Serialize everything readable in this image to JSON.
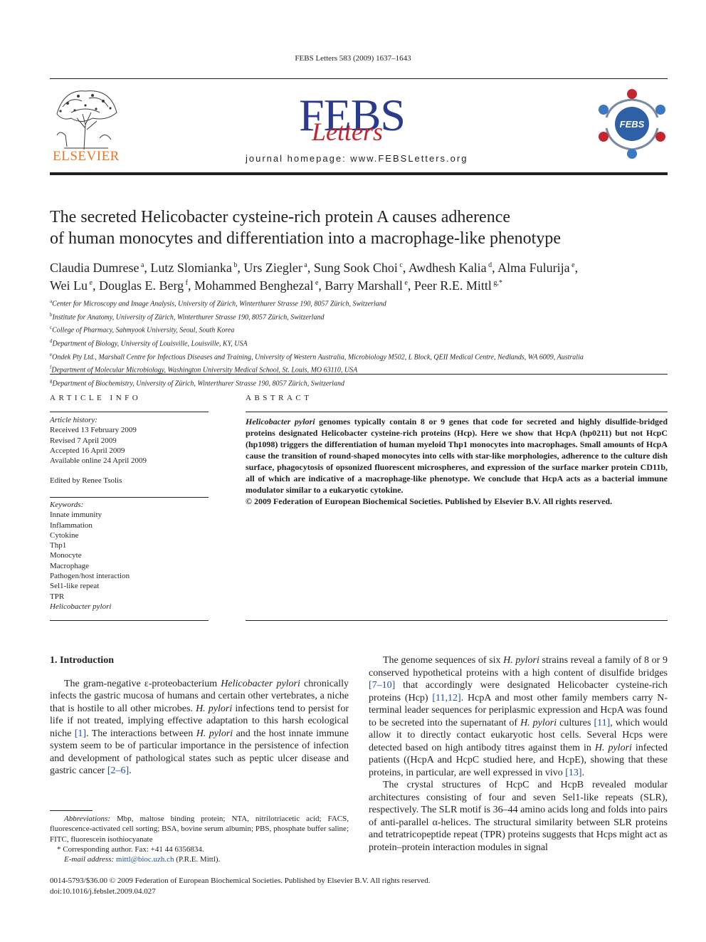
{
  "header": {
    "journal_ref": "FEBS Letters 583 (2009) 1637–1643",
    "elsevier_label": "ELSEVIER",
    "febs_word": "FEBS",
    "letters_word": "Letters",
    "emblem_label": "FEBS",
    "homepage": "journal homepage: www.FEBSLetters.org"
  },
  "article": {
    "title_line1": "The secreted Helicobacter cysteine-rich protein A causes adherence",
    "title_line2": "of human monocytes and differentiation into a macrophage-like phenotype",
    "authors": [
      {
        "name": "Claudia Dumrese",
        "sup": "a",
        "sep": ", "
      },
      {
        "name": "Lutz Slomianka",
        "sup": "b",
        "sep": ", "
      },
      {
        "name": "Urs Ziegler",
        "sup": "a",
        "sep": ", "
      },
      {
        "name": "Sung Sook Choi",
        "sup": "c",
        "sep": ", "
      },
      {
        "name": "Awdhesh Kalia",
        "sup": "d",
        "sep": ", "
      },
      {
        "name": "Alma Fulurija",
        "sup": "e",
        "sep": ","
      },
      {
        "name": "Wei Lu",
        "sup": "e",
        "sep": ", "
      },
      {
        "name": "Douglas E. Berg",
        "sup": "f",
        "sep": ", "
      },
      {
        "name": "Mohammed Benghezal",
        "sup": "e",
        "sep": ", "
      },
      {
        "name": "Barry Marshall",
        "sup": "e",
        "sep": ", "
      },
      {
        "name": "Peer R.E. Mittl",
        "sup": "g,*",
        "sep": ""
      }
    ],
    "affiliations": [
      {
        "sup": "a",
        "text": "Center for Microscopy and Image Analysis, University of Zürich, Winterthurer Strasse 190, 8057 Zürich, Switzerland"
      },
      {
        "sup": "b",
        "text": "Institute for Anatomy, University of Zürich, Winterthurer Strasse 190, 8057 Zürich, Switzerland"
      },
      {
        "sup": "c",
        "text": "College of Pharmacy, Sahmyook University, Seoul, South Korea"
      },
      {
        "sup": "d",
        "text": "Department of Biology, University of Louisville, Louisville, KY, USA"
      },
      {
        "sup": "e",
        "text": "Ondek Pty Ltd., Marshall Centre for Infectious Diseases and Training, University of Western Australia, Microbiology M502, L Block, QEII Medical Centre, Nedlands, WA 6009, Australia"
      },
      {
        "sup": "f",
        "text": "Department of Molecular Microbiology, Washington University Medical School, St. Louis, MO 63110, USA"
      },
      {
        "sup": "g",
        "text": "Department of Biochemistry, University of Zürich, Winterthurer Strasse 190, 8057 Zürich, Switzerland"
      }
    ]
  },
  "article_info": {
    "heading": "ARTICLE INFO",
    "history_label": "Article history:",
    "history": [
      "Received 13 February 2009",
      "Revised 7 April 2009",
      "Accepted 16 April 2009",
      "Available online 24 April 2009"
    ],
    "edited_by": "Edited by Renee Tsolis",
    "keywords_label": "Keywords:",
    "keywords": [
      "Innate immunity",
      "Inflammation",
      "Cytokine",
      "Thp1",
      "Monocyte",
      "Macrophage",
      "Pathogen/host interaction",
      "Sel1-like repeat",
      "TPR",
      "Helicobacter pylori"
    ]
  },
  "abstract": {
    "heading": "ABSTRACT",
    "species": "Helicobacter pylori",
    "body": " genomes typically contain 8 or 9 genes that code for secreted and highly disulfide-bridged proteins designated Helicobacter cysteine-rich proteins (Hcp). Here we show that HcpA (hp0211) but not HcpC (hp1098) triggers the differentiation of human myeloid Thp1 monocytes into macrophages. Small amounts of HcpA cause the transition of round-shaped monocytes into cells with star-like morphologies, adherence to the culture dish surface, phagocytosis of opsonized fluorescent microspheres, and expression of the surface marker protein CD11b, all of which are indicative of a macrophage-like phenotype. We conclude that HcpA acts as a bacterial immune modulator similar to a eukaryotic cytokine.",
    "copyright": "© 2009 Federation of European Biochemical Societies. Published by Elsevier B.V. All rights reserved."
  },
  "intro": {
    "heading": "1. Introduction",
    "p1_a": "The gram-negative ε-proteobacterium ",
    "p1_b": "Helicobacter pylori",
    "p1_c": " chronically infects the gastric mucosa of humans and certain other vertebrates, a niche that is hostile to all other microbes. ",
    "p1_d": "H. pylori",
    "p1_e": " infections tend to persist for life if not treated, implying effective adaptation to this harsh ecological niche ",
    "p1_f": "[1]",
    "p1_g": ". The interactions between ",
    "p1_h": "H. pylori",
    "p1_i": " and the host innate immune system seem to be of particular importance in the persistence of infection and development of pathological states such as peptic ulcer disease and gastric cancer ",
    "p1_j": "[2–6]",
    "p1_k": ".",
    "p2_a": "The genome sequences of six ",
    "p2_b": "H. pylori",
    "p2_c": " strains reveal a family of 8 or 9 conserved hypothetical proteins with a high content of disulfide bridges ",
    "p2_d": "[7–10]",
    "p2_e": " that accordingly were designated Helicobacter cysteine-rich proteins (Hcp) ",
    "p2_f": "[11,12]",
    "p2_g": ". HcpA and most other family members carry N-terminal leader sequences for periplasmic expression and HcpA was found to be secreted into the supernatant of ",
    "p2_h": "H. pylori",
    "p2_i": " cultures ",
    "p2_j": "[11]",
    "p2_k": ", which would allow it to directly contact eukaryotic host cells. Several Hcps were detected based on high antibody titres against them in ",
    "p2_l": "H. pylori",
    "p2_m": " infected patients ((HcpA and HcpC studied here, and HcpE), showing that these proteins, in particular, are well expressed in vivo ",
    "p2_n": "[13]",
    "p2_o": ".",
    "p3": "The crystal structures of HcpC and HcpB revealed modular architectures consisting of four and seven Sel1-like repeats (SLR), respectively. The SLR motif is 36–44 amino acids long and folds into pairs of anti-parallel α-helices. The structural similarity between SLR proteins and tetratricopeptide repeat (TPR) proteins suggests that Hcps might act as protein–protein interaction modules in signal"
  },
  "footnotes": {
    "abbrev_label": "Abbreviations:",
    "abbrev_text": " Mbp, maltose binding protein; NTA, nitrilotriacetic acid; FACS, fluorescence-activated cell sorting; BSA, bovine serum albumin; PBS, phosphate buffer saline; FITC, fluorescein isothiocyanate",
    "corresponding": "* Corresponding author. Fax: +41 44 6356834.",
    "email_label": "E-mail address:",
    "email": "mittl@bioc.uzh.ch",
    "email_suffix": " (P.R.E. Mittl)."
  },
  "footer": {
    "line1": "0014-5793/$36.00 © 2009 Federation of European Biochemical Societies. Published by Elsevier B.V. All rights reserved.",
    "line2": "doi:10.1016/j.febslet.2009.04.027"
  },
  "colors": {
    "link": "#1f4fa0",
    "febs_blue": "#2b3a8c",
    "febs_red": "#c3262f",
    "elsevier_orange": "#e87722"
  }
}
